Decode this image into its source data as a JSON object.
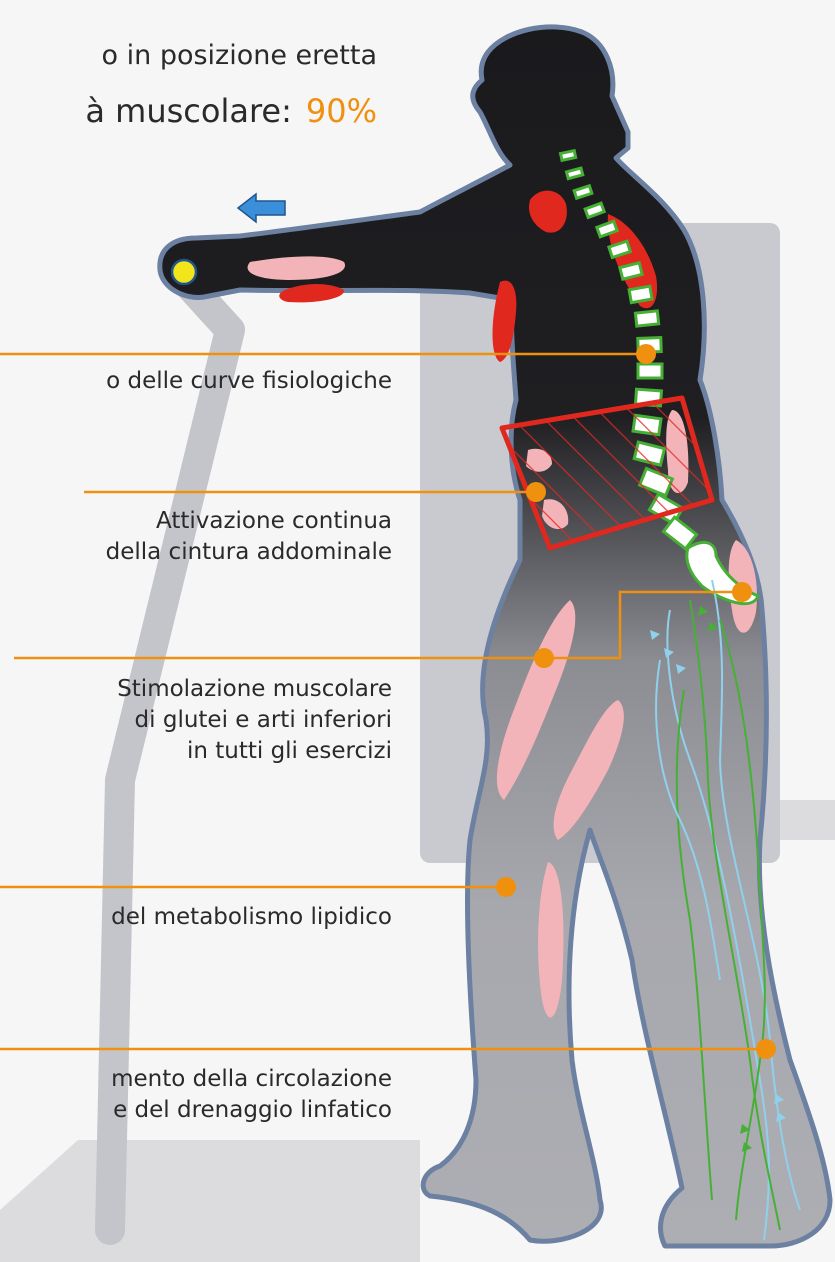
{
  "header": {
    "line1": "o in posizione eretta",
    "line2": "à muscolare:",
    "percent": "90%"
  },
  "callouts": [
    {
      "id": "spine",
      "lines": [
        "o delle curve fisiologiche"
      ]
    },
    {
      "id": "abdominal",
      "lines": [
        "Attivazione continua",
        "della cintura addominale"
      ]
    },
    {
      "id": "glutes",
      "lines": [
        "Stimolazione muscolare",
        "di glutei e arti inferiori",
        "in tutti gli esercizi"
      ]
    },
    {
      "id": "lipid",
      "lines": [
        "del metabolismo lipidico"
      ]
    },
    {
      "id": "circulation",
      "lines": [
        "mento della circolazione",
        "e del drenaggio linfatico"
      ]
    }
  ],
  "colors": {
    "accent_orange": "#f0900f",
    "muscle_red": "#e0281f",
    "muscle_pink": "#f3b4b9",
    "spine_green": "#46b035",
    "lymph_blue": "#8fd0ec",
    "body_outline": "#6c80a2",
    "arrow_blue": "#3a8fd8",
    "grip_yellow": "#f3e51b"
  },
  "icons": {
    "direction": "left-arrow-icon"
  }
}
